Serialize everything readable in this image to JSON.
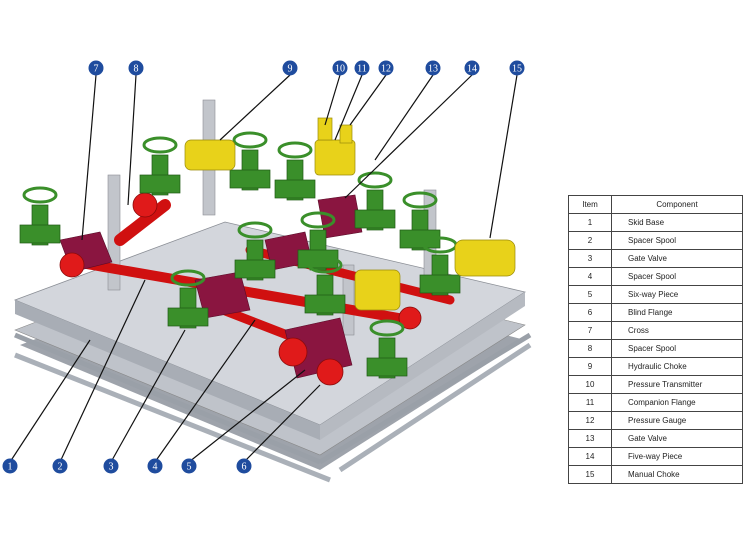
{
  "callouts_top": [
    "7",
    "8",
    "9",
    "10",
    "11",
    "12",
    "13",
    "14",
    "15"
  ],
  "callouts_bottom": [
    "1",
    "2",
    "3",
    "4",
    "5",
    "6"
  ],
  "table": {
    "headers": [
      "Item",
      "Component"
    ],
    "rows": [
      [
        "1",
        "Skid Base"
      ],
      [
        "2",
        "Spacer Spool"
      ],
      [
        "3",
        "Gate Valve"
      ],
      [
        "4",
        "Spacer Spool"
      ],
      [
        "5",
        "Six-way Piece"
      ],
      [
        "6",
        "Blind Flange"
      ],
      [
        "7",
        "Cross"
      ],
      [
        "8",
        "Spacer Spool"
      ],
      [
        "9",
        "Hydraulic Choke"
      ],
      [
        "10",
        "Pressure Transmitter"
      ],
      [
        "11",
        "Companion Flange"
      ],
      [
        "12",
        "Pressure Gauge"
      ],
      [
        "13",
        "Gate Valve"
      ],
      [
        "14",
        "Five-way Piece"
      ],
      [
        "15",
        "Manual Choke"
      ]
    ]
  },
  "colors": {
    "callout": "#1f4c9e",
    "valve": "#3a8f2a",
    "pipe": "#d01010",
    "block": "#8a1540",
    "choke": "#e8d21a",
    "base": "#c9ccd2"
  }
}
